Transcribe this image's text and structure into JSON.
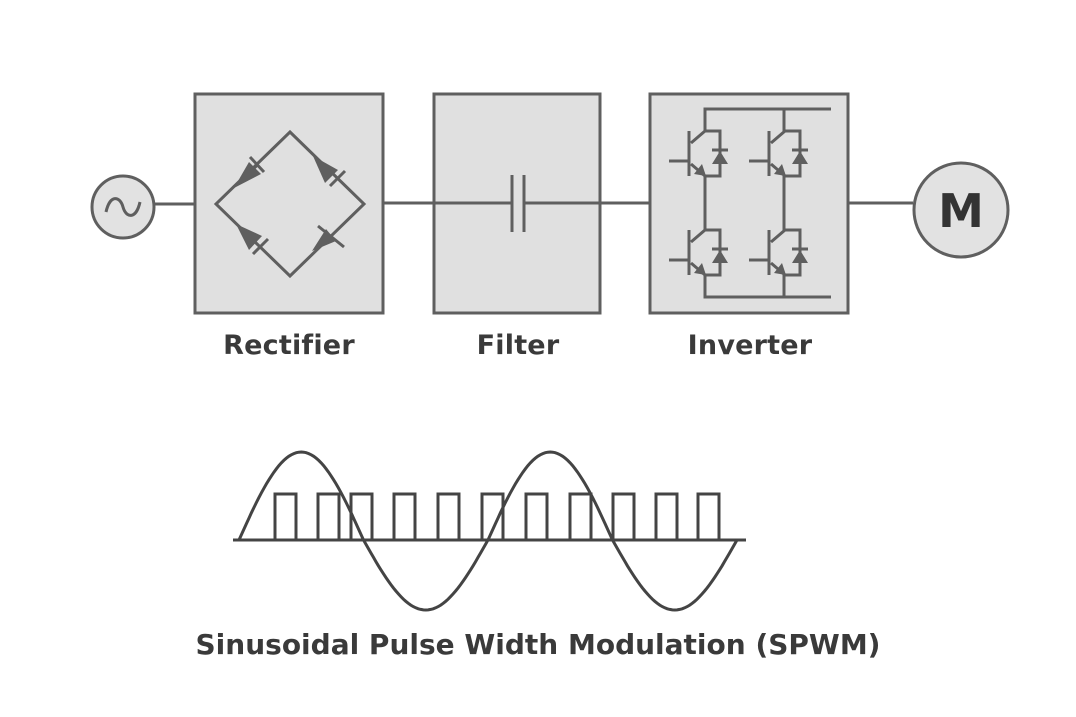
{
  "diagram": {
    "title": "Variable Frequency Drive block diagram",
    "colors": {
      "stroke": "#5f5f5f",
      "block_fill": "#e0e0e0",
      "text": "#3a3a3a",
      "background": "#ffffff"
    },
    "source": {
      "symbol": "~",
      "icon": "ac-source-icon"
    },
    "blocks": [
      {
        "id": "rectifier",
        "label": "Rectifier",
        "content": "diode-bridge"
      },
      {
        "id": "filter",
        "label": "Filter",
        "content": "capacitor"
      },
      {
        "id": "inverter",
        "label": "Inverter",
        "content": "igbt-bridge"
      }
    ],
    "load": {
      "symbol": "M",
      "icon": "motor-icon"
    },
    "waveform": {
      "caption": "Sinusoidal Pulse Width Modulation (SPWM)",
      "sine_cycles": 2,
      "pulse_count": 11
    }
  }
}
